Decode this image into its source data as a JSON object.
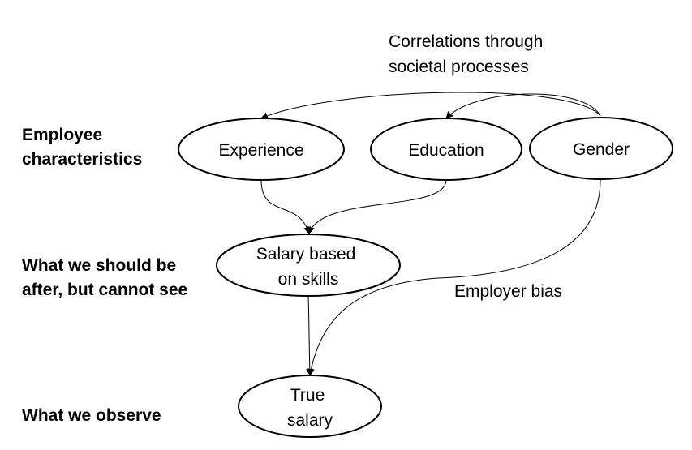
{
  "row_labels": {
    "employee": [
      "Employee",
      "characteristics"
    ],
    "unseen": [
      "What we should be",
      "after, but cannot see"
    ],
    "observed": [
      "What we observe"
    ]
  },
  "nodes": {
    "experience": [
      "Experience"
    ],
    "education": [
      "Education"
    ],
    "gender": [
      "Gender"
    ],
    "skills_salary": [
      "Salary based",
      "on skills"
    ],
    "true_salary": [
      "True",
      "salary"
    ]
  },
  "edge_labels": {
    "societal": [
      "Correlations through",
      "societal processes"
    ],
    "bias": [
      "Employer bias"
    ]
  },
  "edges": [
    {
      "from": "gender",
      "to": "experience"
    },
    {
      "from": "gender",
      "to": "education"
    },
    {
      "from": "experience",
      "to": "skills_salary"
    },
    {
      "from": "education",
      "to": "skills_salary"
    },
    {
      "from": "skills_salary",
      "to": "true_salary"
    },
    {
      "from": "gender",
      "to": "true_salary"
    }
  ]
}
